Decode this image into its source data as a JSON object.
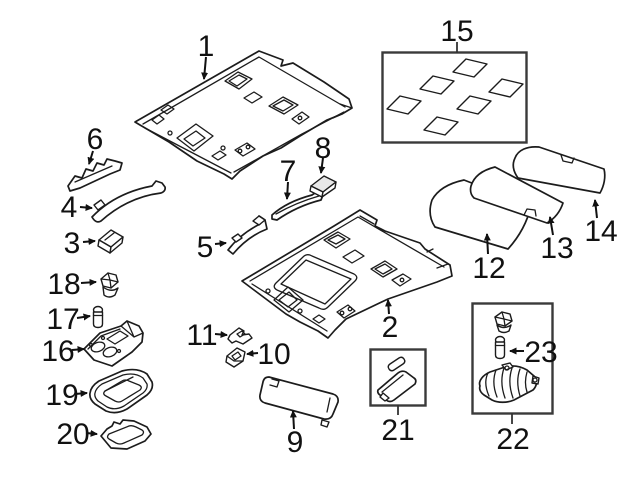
{
  "figure": {
    "type": "exploded-parts-diagram",
    "background": "#ffffff",
    "line_color": "#1c1c1c",
    "label_color": "#111111",
    "kit_box_stroke": "#3a3a3a",
    "shade_color": "#e8e8e8"
  },
  "callouts": {
    "c1": {
      "label": "1",
      "part": "headliner-panel"
    },
    "c2": {
      "label": "2",
      "part": "headliner-panel-sunroof"
    },
    "c3": {
      "label": "3",
      "part": "retainer-clip"
    },
    "c4": {
      "label": "4",
      "part": "side-rail-trim"
    },
    "c5": {
      "label": "5",
      "part": "side-rail-trim"
    },
    "c6": {
      "label": "6",
      "part": "mounting-bracket"
    },
    "c7": {
      "label": "7",
      "part": "mounting-bracket"
    },
    "c8": {
      "label": "8",
      "part": "spacer-pad"
    },
    "c9": {
      "label": "9",
      "part": "sun-visor"
    },
    "c10": {
      "label": "10",
      "part": "visor-clip"
    },
    "c11": {
      "label": "11",
      "part": "retainer-clip"
    },
    "c12": {
      "label": "12",
      "part": "insulator-panel"
    },
    "c13": {
      "label": "13",
      "part": "insulator-panel"
    },
    "c14": {
      "label": "14",
      "part": "insulator-panel"
    },
    "c15": {
      "label": "15",
      "part": "insulator-pad-set"
    },
    "c16": {
      "label": "16",
      "part": "overhead-console"
    },
    "c17": {
      "label": "17",
      "part": "bulb"
    },
    "c18": {
      "label": "18",
      "part": "socket-nut"
    },
    "c19": {
      "label": "19",
      "part": "console-bezel"
    },
    "c20": {
      "label": "20",
      "part": "trim-bezel"
    },
    "c21": {
      "label": "21",
      "part": "visor-bracket-kit"
    },
    "c22": {
      "label": "22",
      "part": "dome-lamp-kit"
    },
    "c23": {
      "label": "23",
      "part": "bulb"
    }
  }
}
